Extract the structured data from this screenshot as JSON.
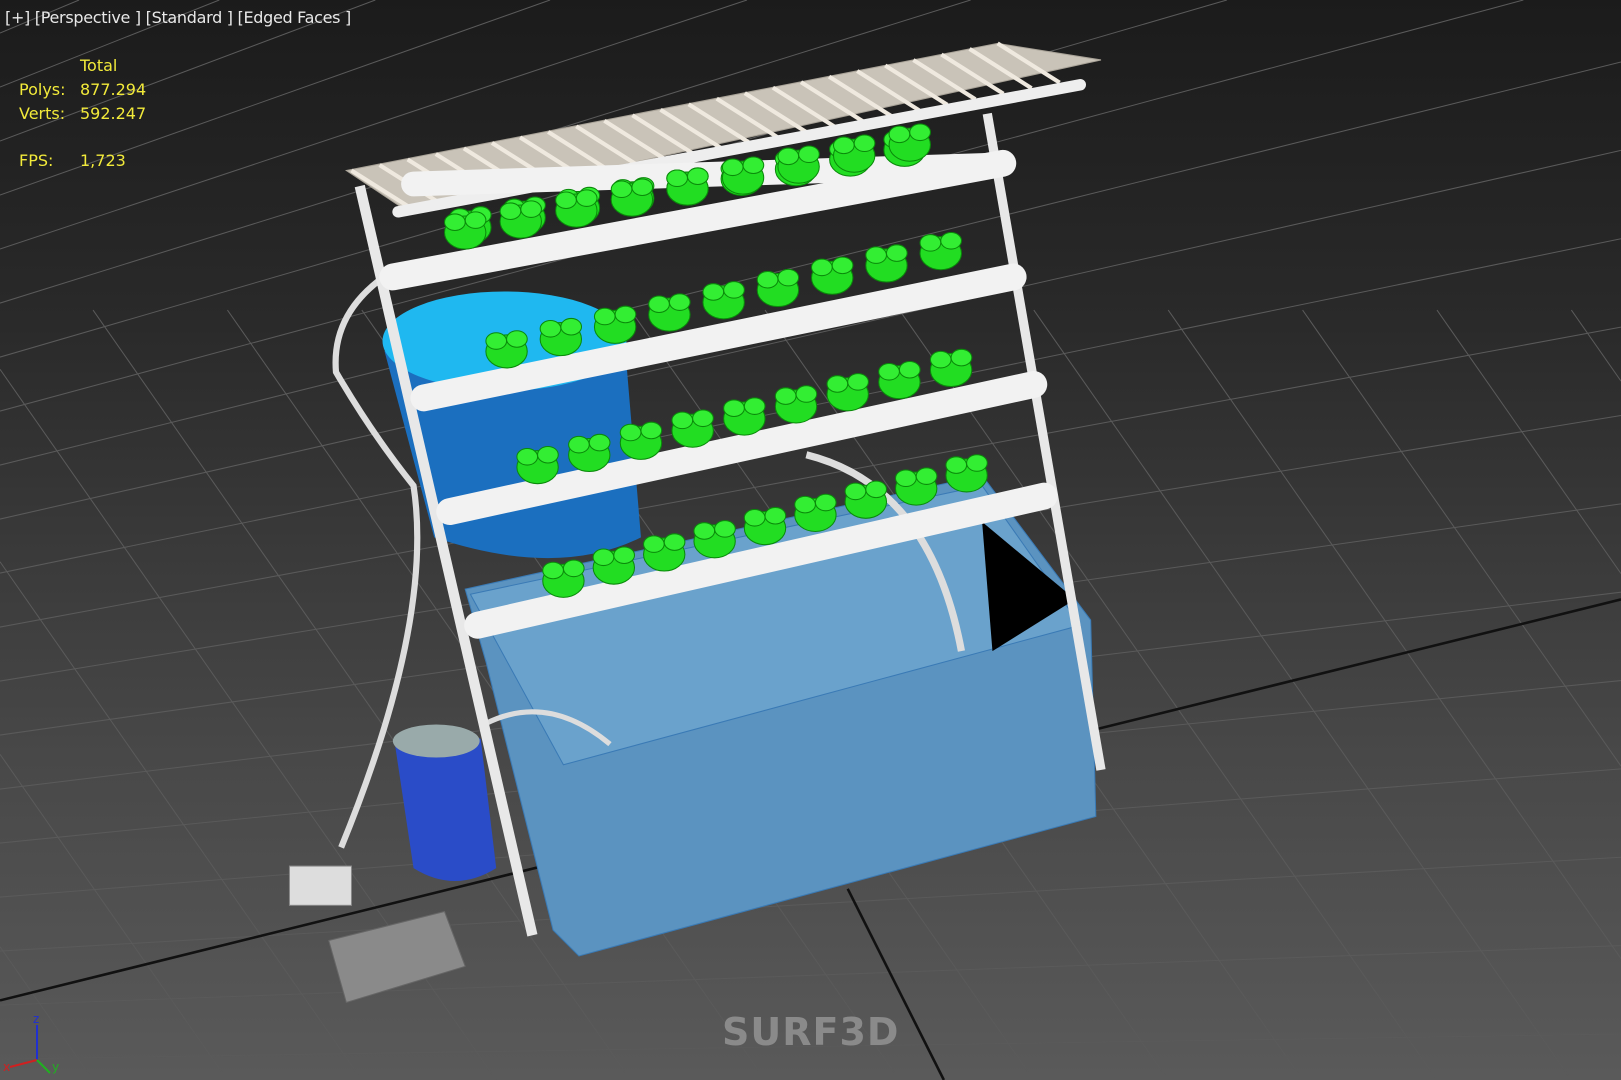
{
  "viewport_label": {
    "plus": "[+]",
    "view": "[Perspective ]",
    "shading": "[Standard ]",
    "mode": "[Edged Faces ]"
  },
  "stats": {
    "header": "Total",
    "polys_label": "Polys:",
    "polys_value": "877.294",
    "verts_label": "Verts:",
    "verts_value": "592.247",
    "fps_label": "FPS:",
    "fps_value": "1,723"
  },
  "axis_gizmo": {
    "x": "x",
    "y": "y",
    "z": "z",
    "colors": {
      "x": "#d02020",
      "y": "#20b020",
      "z": "#2030d0"
    }
  },
  "watermark": "SURF3D",
  "colors": {
    "stats_text": "#f2ea3a",
    "plant": "#22dd22",
    "tank": "#5b93c0",
    "barrel": "#1e78d0"
  }
}
